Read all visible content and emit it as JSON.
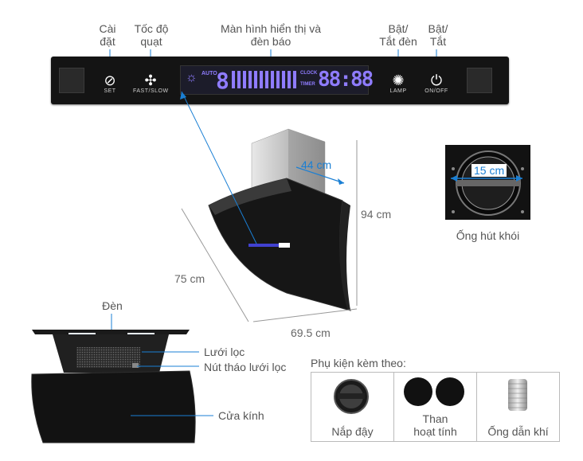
{
  "top_labels": {
    "set": "Cài\nđặt",
    "fan": "Tốc độ\nquạt",
    "display": "Màn hình hiển thị và\nđèn báo",
    "lamp": "Bật/\nTắt đèn",
    "power": "Bật/\nTắt"
  },
  "panel": {
    "set_text": "SET",
    "fan_text": "FAST/SLOW",
    "lamp_text": "LAMP",
    "power_text": "ON/OFF",
    "auto_text": "AUTO",
    "clock_text": "CLOCK",
    "timer_text": "TIMER",
    "digit_big": "8",
    "digits_time": "88:88"
  },
  "dimensions": {
    "depth": "44 cm",
    "height": "94 cm",
    "diagonal": "75 cm",
    "width": "69.5 cm",
    "duct": "15 cm"
  },
  "duct_label": "Ống hút khói",
  "bottom_labels": {
    "lamp": "Đèn",
    "filter": "Lưới lọc",
    "filter_button": "Nút tháo lưới lọc",
    "glass": "Cửa kính"
  },
  "accessories": {
    "title": "Phụ kiện kèm theo:",
    "items": [
      {
        "label": "Nắp đậy"
      },
      {
        "label": "Than\nhoạt tính"
      },
      {
        "label": "Ống dẫn khí"
      }
    ]
  },
  "colors": {
    "accent_blue": "#1a7fd4",
    "display_purple": "#8f7cff",
    "panel_black": "#141414"
  }
}
